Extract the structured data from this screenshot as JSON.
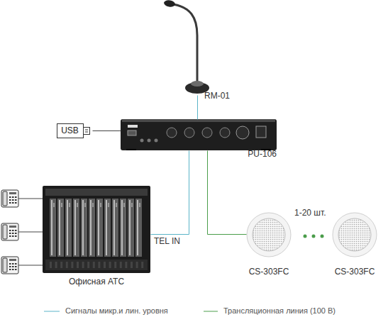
{
  "diagram": {
    "nodes": [
      {
        "text": [
          "RM-01"
        ]
      },
      {
        "text": [
          "USB"
        ]
      },
      {
        "text": [
          "PU-106"
        ]
      },
      {
        "text": [
          "Офисная АТС"
        ]
      },
      {
        "text": [
          "CS-303FC"
        ]
      },
      {
        "text": [
          "CS-303FC"
        ]
      }
    ],
    "edges": [
      {
        "from": 0,
        "to": 2,
        "arrow": "none"
      },
      {
        "from": 1,
        "to": 2,
        "arrow": "none"
      },
      {
        "from": 2,
        "to": 3,
        "label": "TEL IN",
        "arrow": "none"
      },
      {
        "from": 2,
        "to": 4,
        "arrow": "none"
      }
    ],
    "labels": [
      "1-20 шт."
    ],
    "legend": [
      {
        "text": "Сигналы микр.и лин. уровня"
      },
      {
        "text": "Трансляционная линия (100 В)"
      }
    ]
  }
}
